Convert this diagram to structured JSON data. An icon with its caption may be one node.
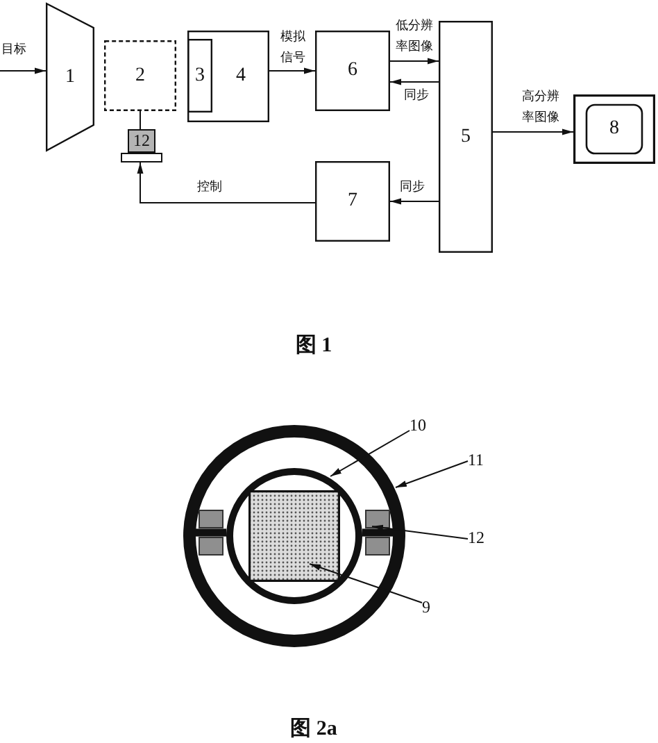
{
  "diagram": {
    "nodes": [
      {
        "text": [
          "1"
        ]
      },
      {
        "text": [
          "2"
        ]
      },
      {
        "text": [
          "4"
        ]
      },
      {
        "text": [
          "3"
        ],
        "in": 2
      },
      {
        "text": [
          "12"
        ]
      },
      {
        "text": [
          "6"
        ]
      },
      {
        "text": [
          "5"
        ]
      },
      {
        "text": [
          "8"
        ]
      },
      {
        "text": [
          "7"
        ]
      },
      {
        "text": [],
        "shape": "circle"
      },
      {
        "text": [],
        "shape": "circle",
        "in": 9
      },
      {
        "text": [],
        "shape": "box",
        "in": 10
      },
      {
        "text": [],
        "shape": "box",
        "in": 9
      },
      {
        "text": [],
        "shape": "box",
        "in": 9
      },
      {
        "text": [
          "10"
        ]
      },
      {
        "text": [
          "11"
        ]
      },
      {
        "text": [
          "12"
        ]
      },
      {
        "text": [
          "9"
        ]
      }
    ],
    "edges": [
      {
        "from": null,
        "to": 0,
        "arrow": "to",
        "label": "目标"
      },
      {
        "from": 2,
        "to": 5,
        "arrow": "to",
        "label": "模拟信号"
      },
      {
        "from": 5,
        "to": 6,
        "arrow": "to",
        "label": "低分辨率图像"
      },
      {
        "from": 6,
        "to": 5,
        "arrow": "to",
        "label": "同步"
      },
      {
        "from": 6,
        "to": 7,
        "arrow": "to",
        "label": "高分辨率图像"
      },
      {
        "from": 6,
        "to": 8,
        "arrow": "to",
        "label": "同步"
      },
      {
        "from": 8,
        "to": 4,
        "arrow": "to",
        "label": "控制"
      },
      {
        "from": 1,
        "to": 4,
        "arrow": "none"
      },
      {
        "from": 14,
        "to": 10,
        "arrow": "to"
      },
      {
        "from": 15,
        "to": 9,
        "arrow": "to"
      },
      {
        "from": 16,
        "to": 13,
        "arrow": "to"
      },
      {
        "from": 17,
        "to": 11,
        "arrow": "to"
      }
    ],
    "labels": [
      "图 1",
      "图 2a"
    ]
  }
}
